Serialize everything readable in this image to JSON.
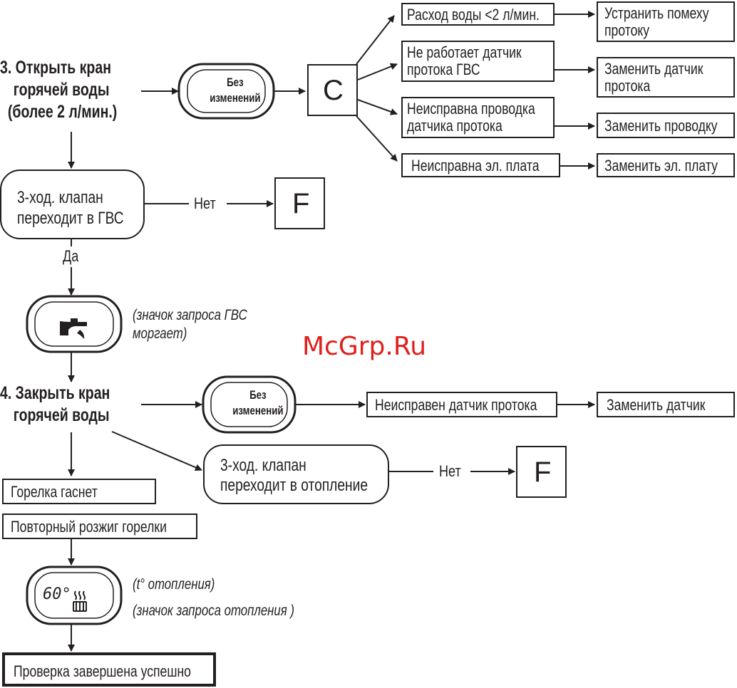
{
  "steps": {
    "step3": [
      "3. Открыть кран",
      "горячей воды",
      "(более 2 л/мин.)"
    ],
    "step4": [
      "4. Закрыть кран",
      "горячей воды"
    ]
  },
  "display_no_change": [
    "Без",
    "изменений"
  ],
  "code_c": "C",
  "code_f": "F",
  "causes_c": [
    "Расход воды <2 л/мин.",
    [
      "Не работает датчик",
      "протока ГВС"
    ],
    [
      "Неисправна проводка",
      "датчика протока"
    ],
    "Неисправна эл. плата"
  ],
  "actions_c": [
    [
      "Устранить помеху",
      "протоку"
    ],
    [
      "Заменить датчик",
      "протока"
    ],
    "Заменить проводку",
    "Заменить эл. плату"
  ],
  "valve_dhw": [
    "3-ход. клапан",
    "переходит в ГВС"
  ],
  "valve_heating": [
    "3-ход. клапан",
    "переходит в отопление"
  ],
  "label_no": "Нет",
  "label_yes": "Да",
  "dhw_icon_caption": [
    "(значок запроса ГВС",
    "моргает)"
  ],
  "watermark": "McGrp.Ru",
  "cause_step4": "Неисправен датчик протока",
  "action_step4": "Заменить датчик",
  "burner_off": "Горелка гаснет",
  "burner_reignite": "Повторный розжиг горелки",
  "heating_display_value": "60°",
  "heating_captions": [
    "(t° отопления)",
    "(значок запроса отопления )"
  ],
  "result": "Проверка завершена успешно",
  "icons": [
    "tap-icon",
    "radiator-icon"
  ],
  "colors": {
    "ink": "#231f20",
    "watermark": "#e0201c"
  }
}
